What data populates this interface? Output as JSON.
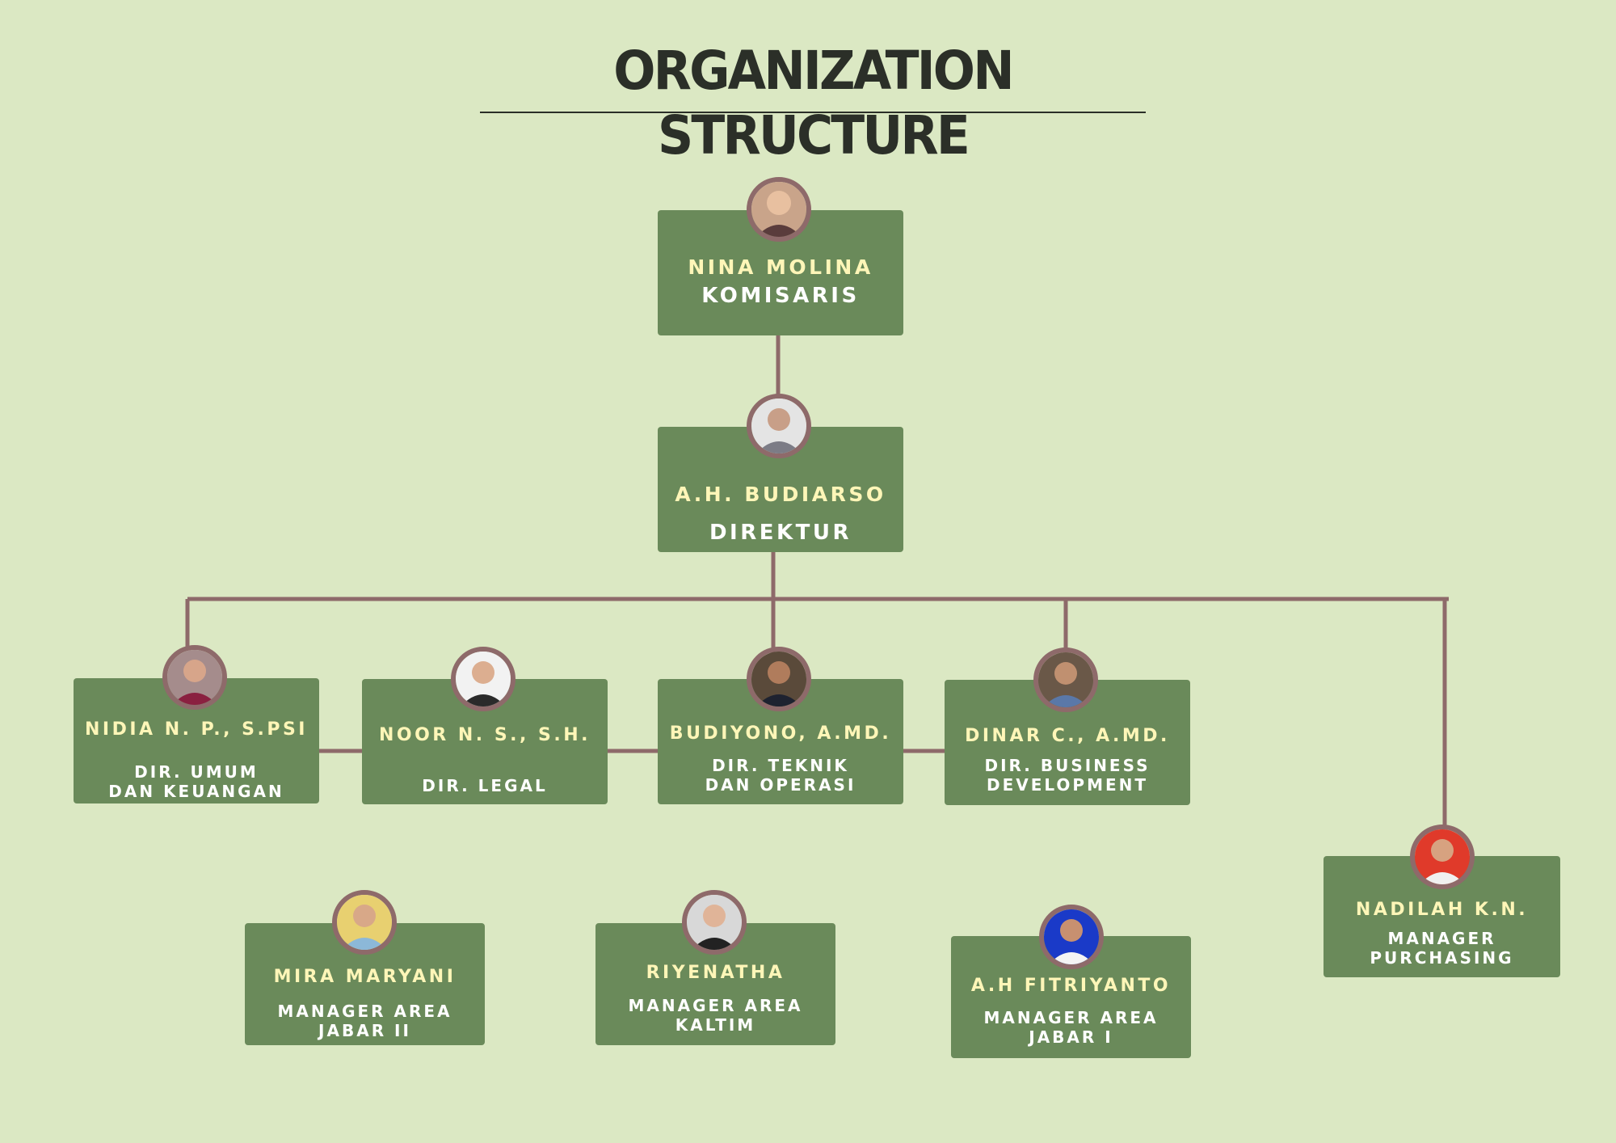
{
  "title": "ORGANIZATION STRUCTURE",
  "colors": {
    "background": "#dbe8c3",
    "card": "#6a8a5a",
    "connector": "#8e6a6a",
    "name_text": "#fff6b8",
    "role_text": "#ffffff",
    "title_text": "#2b2f28"
  },
  "people": {
    "nina": {
      "name": "NINA MOLINA",
      "role": [
        "KOMISARIS"
      ],
      "photo": "person-photo"
    },
    "budiarso": {
      "name": "A.H. BUDIARSO",
      "role": [
        "DIREKTUR"
      ],
      "photo": "person-photo"
    },
    "nidia": {
      "name": "NIDIA N. P., S.PSI",
      "role": [
        "DIR. UMUM",
        "DAN KEUANGAN"
      ],
      "photo": "person-photo"
    },
    "noor": {
      "name": "NOOR N. S., S.H.",
      "role": [
        "DIR. LEGAL"
      ],
      "photo": "person-photo"
    },
    "budiyono": {
      "name": "BUDIYONO, A.MD.",
      "role": [
        "DIR. TEKNIK",
        "DAN OPERASI"
      ],
      "photo": "person-photo"
    },
    "dinar": {
      "name": "DINAR C., A.MD.",
      "role": [
        "DIR. BUSINESS",
        "DEVELOPMENT"
      ],
      "photo": "person-photo"
    },
    "nadilah": {
      "name": "NADILAH K.N.",
      "role": [
        "MANAGER",
        "PURCHASING"
      ],
      "photo": "person-photo"
    },
    "mira": {
      "name": "MIRA MARYANI",
      "role": [
        "MANAGER AREA",
        "JABAR II"
      ],
      "photo": "person-photo"
    },
    "riyenatha": {
      "name": "RIYENATHA",
      "role": [
        "MANAGER AREA",
        "KALTIM"
      ],
      "photo": "person-photo"
    },
    "fitriyanto": {
      "name": "A.H FITRIYANTO",
      "role": [
        "MANAGER AREA",
        "JABAR I"
      ],
      "photo": "person-photo"
    }
  }
}
